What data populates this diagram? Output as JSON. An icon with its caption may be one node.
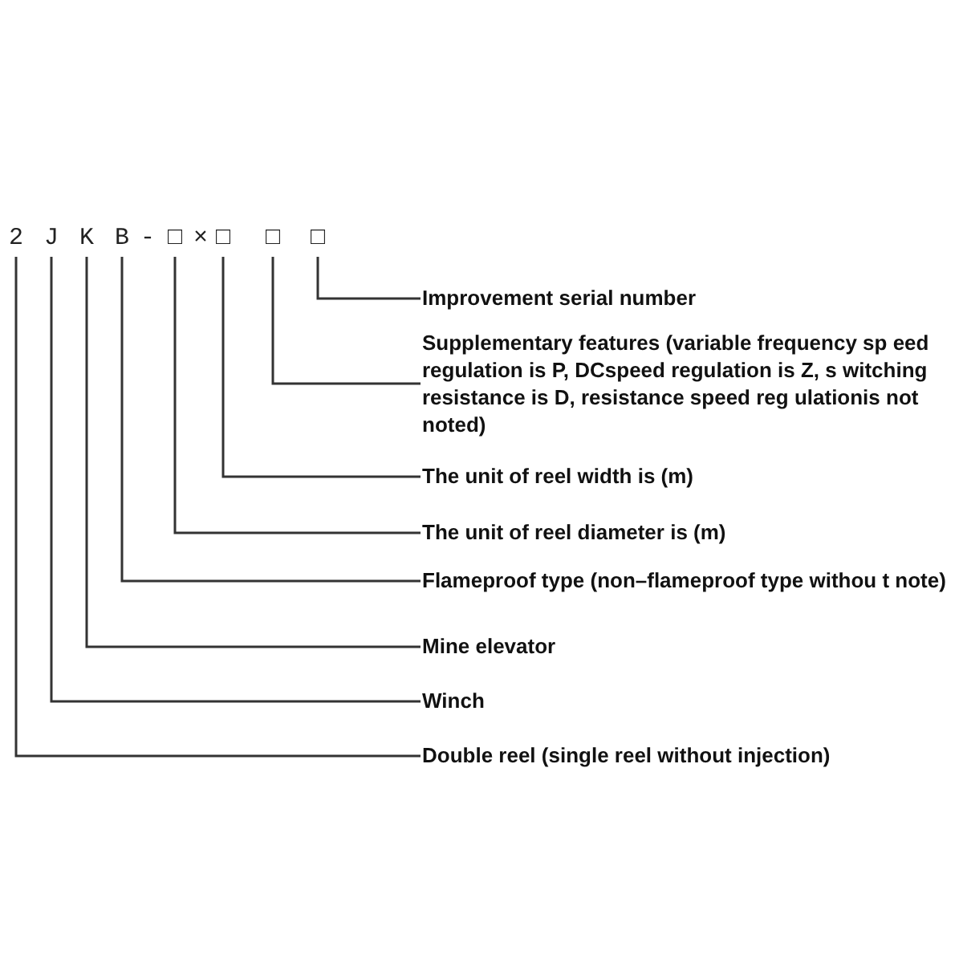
{
  "diagram": {
    "nodes": [
      {
        "text": [
          "2"
        ]
      },
      {
        "text": [
          "J"
        ]
      },
      {
        "text": [
          "K"
        ]
      },
      {
        "text": [
          "B"
        ]
      },
      {
        "text": [
          "□"
        ]
      },
      {
        "text": [
          "□"
        ]
      },
      {
        "text": [
          "□"
        ]
      },
      {
        "text": [
          "□"
        ]
      },
      {
        "text": [
          "Improvement serial number"
        ]
      },
      {
        "text": [
          "Supplementary features (variable frequency sp eed regulation is P, DCspeed regulation is Z, s witching resistance is D, resistance speed reg ulationis not noted)"
        ]
      },
      {
        "text": [
          "The unit of reel width is (m)"
        ]
      },
      {
        "text": [
          "The unit of reel diameter is (m)"
        ]
      },
      {
        "text": [
          "Flameproof type (non–flameproof type withou t note)"
        ]
      },
      {
        "text": [
          "Mine elevator"
        ]
      },
      {
        "text": [
          "Winch"
        ]
      },
      {
        "text": [
          "Double reel (single reel without injection)"
        ]
      }
    ],
    "edges": [
      {
        "from": 8,
        "to": 7,
        "arrow": "none"
      },
      {
        "from": 9,
        "to": 6,
        "arrow": "none"
      },
      {
        "from": 10,
        "to": 5,
        "arrow": "none"
      },
      {
        "from": 11,
        "to": 4,
        "arrow": "none"
      },
      {
        "from": 12,
        "to": 3,
        "arrow": "none"
      },
      {
        "from": 13,
        "to": 2,
        "arrow": "none"
      },
      {
        "from": 14,
        "to": 1,
        "arrow": "none"
      },
      {
        "from": 15,
        "to": 0,
        "arrow": "none"
      }
    ],
    "labels": [
      "-",
      "×"
    ]
  }
}
